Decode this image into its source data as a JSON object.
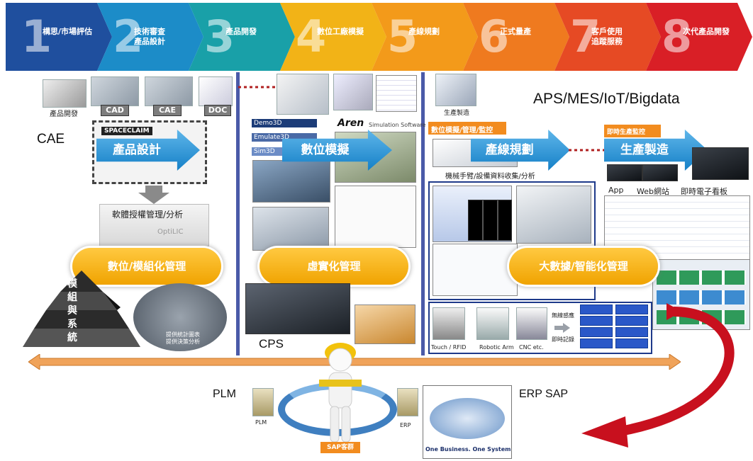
{
  "steps": [
    {
      "num": "1",
      "label": "構思/市場評估",
      "color": "#1f4f9e"
    },
    {
      "num": "2",
      "label": "技術審查\n產品設計",
      "color": "#1c8cc8"
    },
    {
      "num": "3",
      "label": "產品開發",
      "color": "#19a0a8"
    },
    {
      "num": "4",
      "label": "數位工廠模擬",
      "color": "#f2b317"
    },
    {
      "num": "5",
      "label": "產線規劃",
      "color": "#f39a1a"
    },
    {
      "num": "6",
      "label": "正式量產",
      "color": "#ef7a1f"
    },
    {
      "num": "7",
      "label": "客戶使用\n追蹤服務",
      "color": "#e64a24"
    },
    {
      "num": "8",
      "label": "次代產品開發",
      "color": "#d91f26"
    }
  ],
  "left": {
    "product_dev": "產品開發",
    "tags": [
      "CAD",
      "CAE",
      "DOC"
    ],
    "cae": "CAE",
    "design_arrow": "產品設計",
    "spaceclaim": "SPACECLAIM",
    "license": "軟體授權管理/分析",
    "optilic": "OptiLIC",
    "pill": "數位/模組化管理",
    "pyramid": "模\n組\n與\n系\n統",
    "circle_text": "提供統計圖表\n提供決策分析"
  },
  "middle": {
    "demo3d": "Demo3D",
    "emulate3d": "Emulate3D",
    "sim3d": "Sim3D",
    "arena": "Aren",
    "simulation": "Simulation Software",
    "arrow": "數位模擬",
    "pill": "虛實化管理",
    "cps": "CPS"
  },
  "right": {
    "aps": "APS/MES/IoT/Bigdata",
    "factory": "生產製造",
    "digital_sim": "數位模擬/管理/監控",
    "line_arrow": "產線規劃",
    "mfg_arrow": "生產製造",
    "realtime": "即時生產監控",
    "arm_caption": "機械手臂/設備資料收集/分析",
    "app": "App",
    "web": "Web網站",
    "board": "即時電子看板",
    "pill": "大數據/智能化管理",
    "devices": [
      "Touch / RFID",
      "Robotic Arm",
      "CNC etc."
    ],
    "wireless": "無線感應",
    "record": "即時記錄"
  },
  "bottom": {
    "plm_label": "PLM",
    "plm_small": "PLM",
    "erp_small": "ERP",
    "sap_badge": "SAP客群",
    "erp_sap": "ERP SAP",
    "one_business": "One Business. One System"
  },
  "colors": {
    "divider": "#4a5aa8",
    "arrow_blue": "#1a86cf",
    "pill_gold": "#f4b21c",
    "timeline": "#f0a35a",
    "red_curve": "#c8101e"
  }
}
